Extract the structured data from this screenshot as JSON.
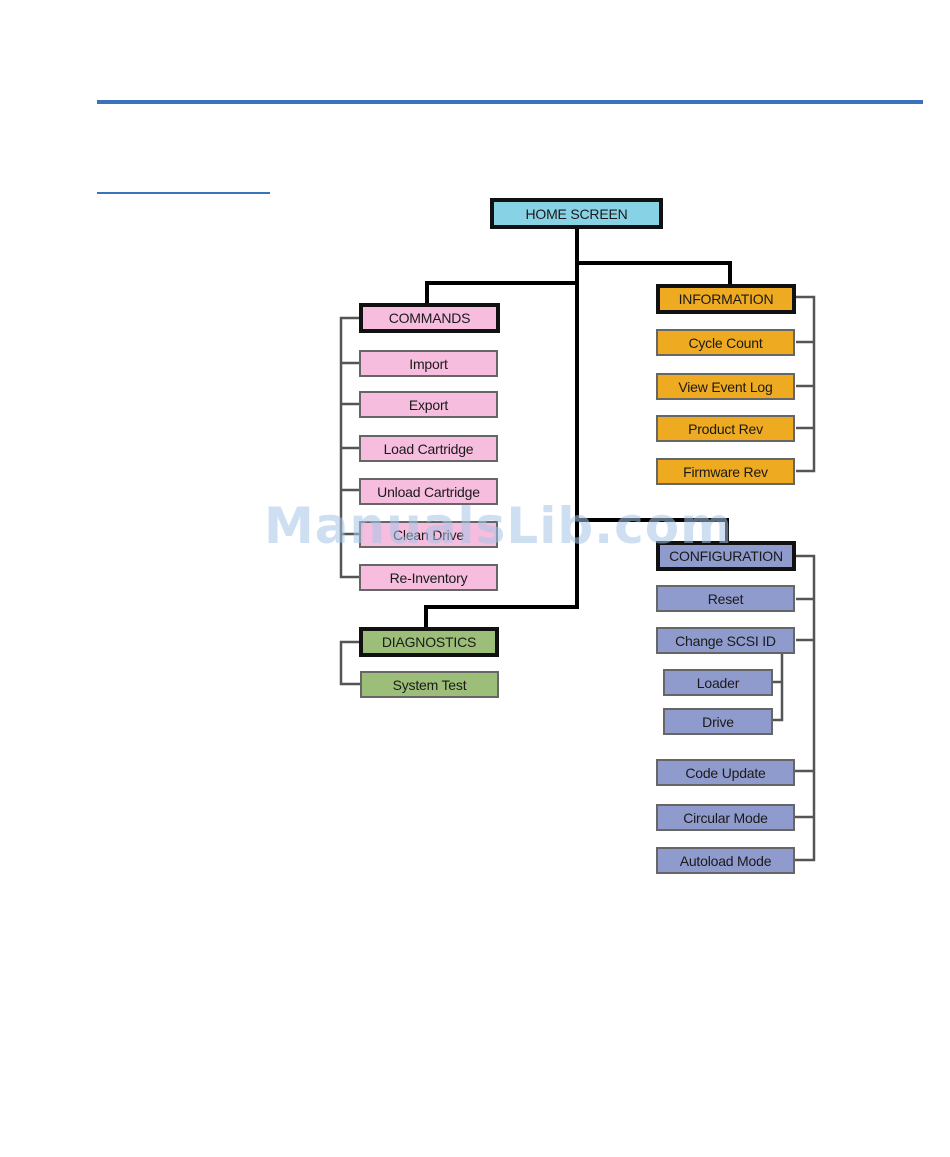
{
  "diagram": {
    "home": "HOME SCREEN",
    "commands": {
      "title": "COMMANDS",
      "items": [
        "Import",
        "Export",
        "Load Cartridge",
        "Unload Cartridge",
        "Clean Drive",
        "Re-Inventory"
      ]
    },
    "information": {
      "title": "INFORMATION",
      "items": [
        "Cycle Count",
        "View Event Log",
        "Product Rev",
        "Firmware Rev"
      ]
    },
    "diagnostics": {
      "title": "DIAGNOSTICS",
      "items": [
        "System Test"
      ]
    },
    "configuration": {
      "title": "CONFIGURATION",
      "items": [
        "Reset",
        "Change SCSI ID",
        "Loader",
        "Drive",
        "Code Update",
        "Circular Mode",
        "Autoload Mode"
      ]
    }
  },
  "watermark": "ManualsLib.com",
  "colors": {
    "rule": "#3a73bb",
    "home": "#88d2e6",
    "commands": "#f6bdde",
    "information": "#eeaa20",
    "diagnostics": "#9cbe78",
    "configuration": "#8f9bcc"
  }
}
